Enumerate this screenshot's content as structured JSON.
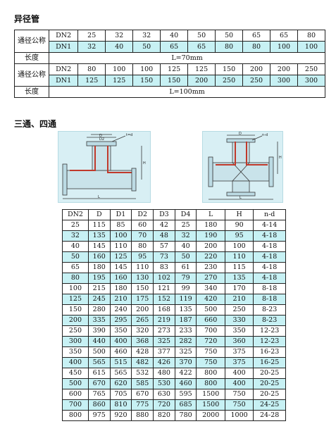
{
  "reducer_section": {
    "title": "异径管",
    "label_nominal": "通径公称",
    "label_length": "长度",
    "dn2_label": "DN2",
    "dn1_label": "DN1",
    "block1": {
      "dn2": [
        "25",
        "32",
        "32",
        "40",
        "50",
        "50",
        "65",
        "65",
        "80"
      ],
      "dn1": [
        "32",
        "40",
        "50",
        "65",
        "65",
        "80",
        "80",
        "100",
        "100"
      ],
      "length": "L=70mm"
    },
    "block2": {
      "dn2": [
        "80",
        "100",
        "100",
        "125",
        "125",
        "150",
        "200",
        "200",
        "250"
      ],
      "dn1": [
        "125",
        "125",
        "150",
        "150",
        "200",
        "250",
        "250",
        "300",
        "300"
      ],
      "length": "L=100mm"
    }
  },
  "tee_section": {
    "title": "三通、四通",
    "drawings": [
      {
        "icon": "tee-drawing",
        "labels": [
          "D",
          "D2",
          "D3",
          "D",
          "t=d",
          "H",
          "L"
        ]
      },
      {
        "icon": "cross-drawing",
        "labels": [
          "D",
          "D2",
          "D3",
          "n-d",
          "H",
          "L"
        ]
      }
    ],
    "table": {
      "headers": [
        "DN2",
        "D",
        "D1",
        "D2",
        "D3",
        "D4",
        "L",
        "H",
        "n-d"
      ],
      "rows": [
        [
          "25",
          "115",
          "85",
          "60",
          "42",
          "25",
          "180",
          "90",
          "4-14"
        ],
        [
          "32",
          "135",
          "100",
          "70",
          "48",
          "32",
          "190",
          "95",
          "4-18"
        ],
        [
          "40",
          "145",
          "110",
          "80",
          "57",
          "40",
          "200",
          "100",
          "4-18"
        ],
        [
          "50",
          "160",
          "125",
          "95",
          "73",
          "50",
          "220",
          "110",
          "4-18"
        ],
        [
          "65",
          "180",
          "145",
          "110",
          "83",
          "61",
          "230",
          "115",
          "4-18"
        ],
        [
          "80",
          "195",
          "160",
          "130",
          "102",
          "79",
          "270",
          "135",
          "4-18"
        ],
        [
          "100",
          "215",
          "180",
          "150",
          "121",
          "99",
          "340",
          "170",
          "8-18"
        ],
        [
          "125",
          "245",
          "210",
          "175",
          "152",
          "119",
          "420",
          "210",
          "8-18"
        ],
        [
          "150",
          "280",
          "240",
          "200",
          "168",
          "135",
          "500",
          "250",
          "8-23"
        ],
        [
          "200",
          "335",
          "295",
          "265",
          "219",
          "187",
          "660",
          "330",
          "8-23"
        ],
        [
          "250",
          "390",
          "350",
          "320",
          "273",
          "233",
          "700",
          "350",
          "12-23"
        ],
        [
          "300",
          "440",
          "400",
          "368",
          "325",
          "282",
          "720",
          "360",
          "12-23"
        ],
        [
          "350",
          "500",
          "460",
          "428",
          "377",
          "325",
          "750",
          "375",
          "16-23"
        ],
        [
          "400",
          "565",
          "515",
          "482",
          "426",
          "370",
          "750",
          "375",
          "16-25"
        ],
        [
          "450",
          "615",
          "565",
          "532",
          "480",
          "422",
          "800",
          "400",
          "20-25"
        ],
        [
          "500",
          "670",
          "620",
          "585",
          "530",
          "460",
          "800",
          "400",
          "20-25"
        ],
        [
          "600",
          "765",
          "705",
          "670",
          "630",
          "595",
          "1500",
          "750",
          "20-25"
        ],
        [
          "700",
          "860",
          "810",
          "775",
          "720",
          "685",
          "1500",
          "750",
          "24-25"
        ],
        [
          "800",
          "975",
          "920",
          "880",
          "820",
          "780",
          "2000",
          "1000",
          "24-28"
        ]
      ]
    }
  }
}
